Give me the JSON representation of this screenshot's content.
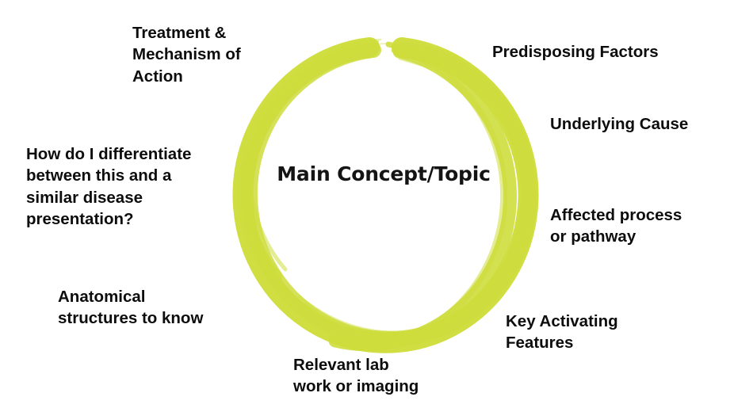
{
  "diagram": {
    "type": "concept-wheel",
    "accent_color": "#cedd3c",
    "text_color": "#0d0d0d",
    "background_color": "#ffffff",
    "center": {
      "label": "Main Concept/Topic"
    },
    "ring": {
      "style": "hand-drawn brush stroke circle",
      "color": "#cedd3c"
    },
    "spokes": [
      {
        "id": "treatment",
        "label": "Treatment &\nMechanism of\nAction",
        "position": "top-left"
      },
      {
        "id": "differentiate",
        "label": "How do I differentiate\nbetween this and a\nsimilar disease\npresentation?",
        "position": "left"
      },
      {
        "id": "anatomical",
        "label": "Anatomical\nstructures to know",
        "position": "bottom-left"
      },
      {
        "id": "relevant-lab",
        "label": "Relevant lab\nwork or imaging",
        "position": "bottom"
      },
      {
        "id": "key-activating",
        "label": "Key Activating\nFeatures",
        "position": "bottom-right"
      },
      {
        "id": "affected",
        "label": "Affected process\nor pathway",
        "position": "right"
      },
      {
        "id": "underlying",
        "label": "Underlying Cause",
        "position": "upper-right"
      },
      {
        "id": "predisposing",
        "label": "Predisposing Factors",
        "position": "top-right"
      }
    ]
  }
}
